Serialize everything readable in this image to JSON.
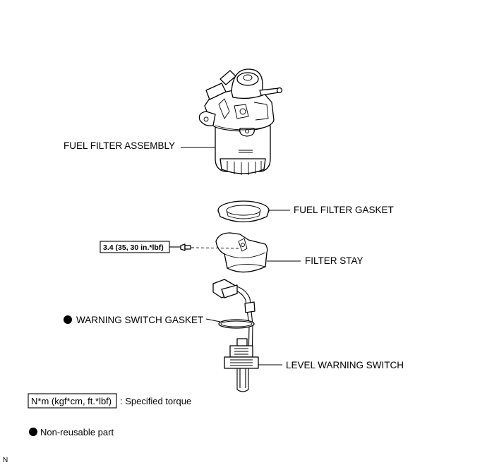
{
  "labels": {
    "fuel_filter_assembly": "FUEL FILTER ASSEMBLY",
    "fuel_filter_gasket": "FUEL FILTER GASKET",
    "filter_stay": "FILTER STAY",
    "warning_switch_gasket": "WARNING SWITCH GASKET",
    "level_warning_switch": "LEVEL WARNING SWITCH"
  },
  "torque": {
    "filter_stay_bolt": "3.4 (35, 30 in.*lbf)"
  },
  "legend": {
    "torque_unit_box": "N*m (kgf*cm, ft.*lbf)",
    "torque_desc": ": Specified torque",
    "non_reusable": "Non-reusable part"
  },
  "footer": {
    "code": "N"
  }
}
